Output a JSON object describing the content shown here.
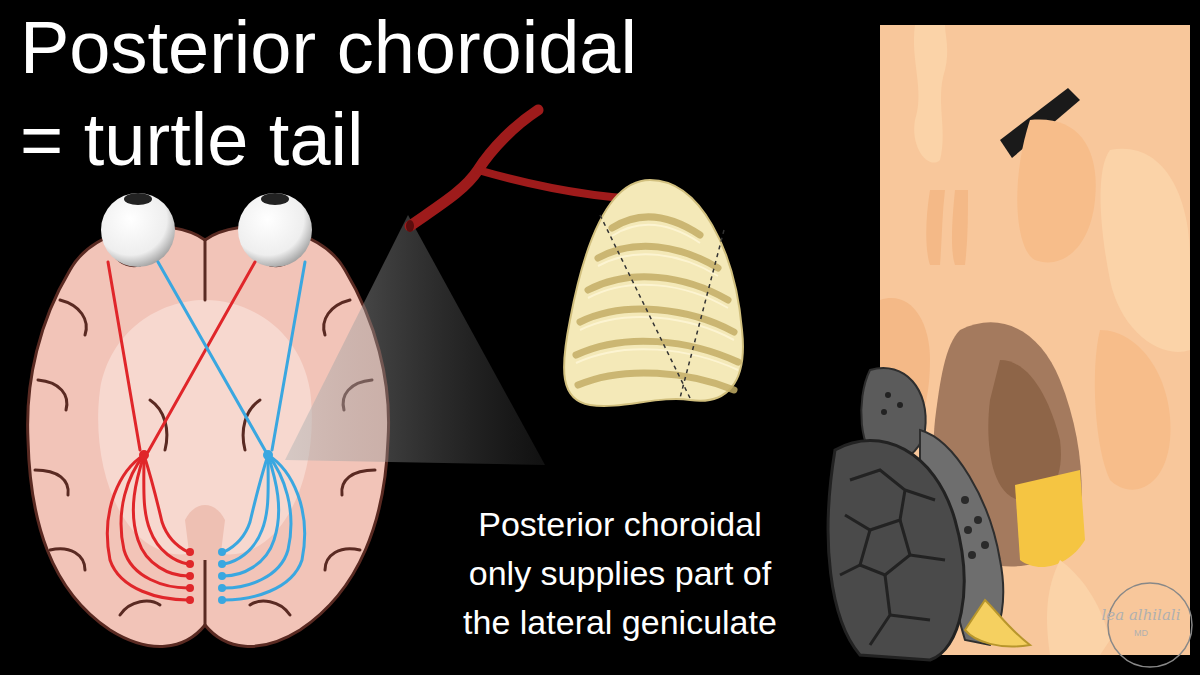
{
  "diagram": {
    "title": "Posterior choroidal = turtle tail",
    "caption": "Posterior choroidal only supplies part of the lateral geniculate",
    "labels": [
      "lea alhilali",
      "MD"
    ]
  }
}
